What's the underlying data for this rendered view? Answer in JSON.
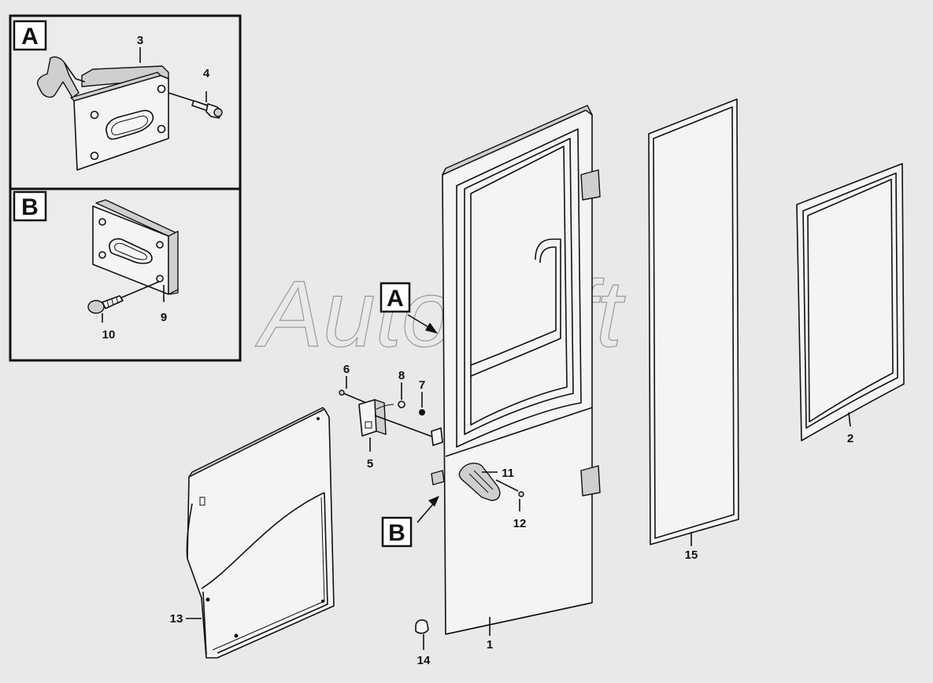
{
  "watermark": "AutoSoft",
  "detail_views": {
    "a": {
      "label": "A",
      "callouts": {
        "handle_plate": "3",
        "bolt": "4"
      }
    },
    "b": {
      "label": "B",
      "callouts": {
        "plate": "9",
        "screw": "10"
      }
    }
  },
  "pointer_labels": {
    "a": "A",
    "b": "B"
  },
  "callouts": {
    "door": "1",
    "window_seal": "2",
    "latch": "5",
    "pin": "6",
    "nut": "7",
    "washer": "8",
    "inner_handle": "11",
    "handle_screw": "12",
    "inner_trim_panel": "13",
    "hinge_pin": "14",
    "glass": "15"
  },
  "colors": {
    "background": "#e9e9e9",
    "line": "#111111",
    "watermark": "#9a9a9a"
  }
}
